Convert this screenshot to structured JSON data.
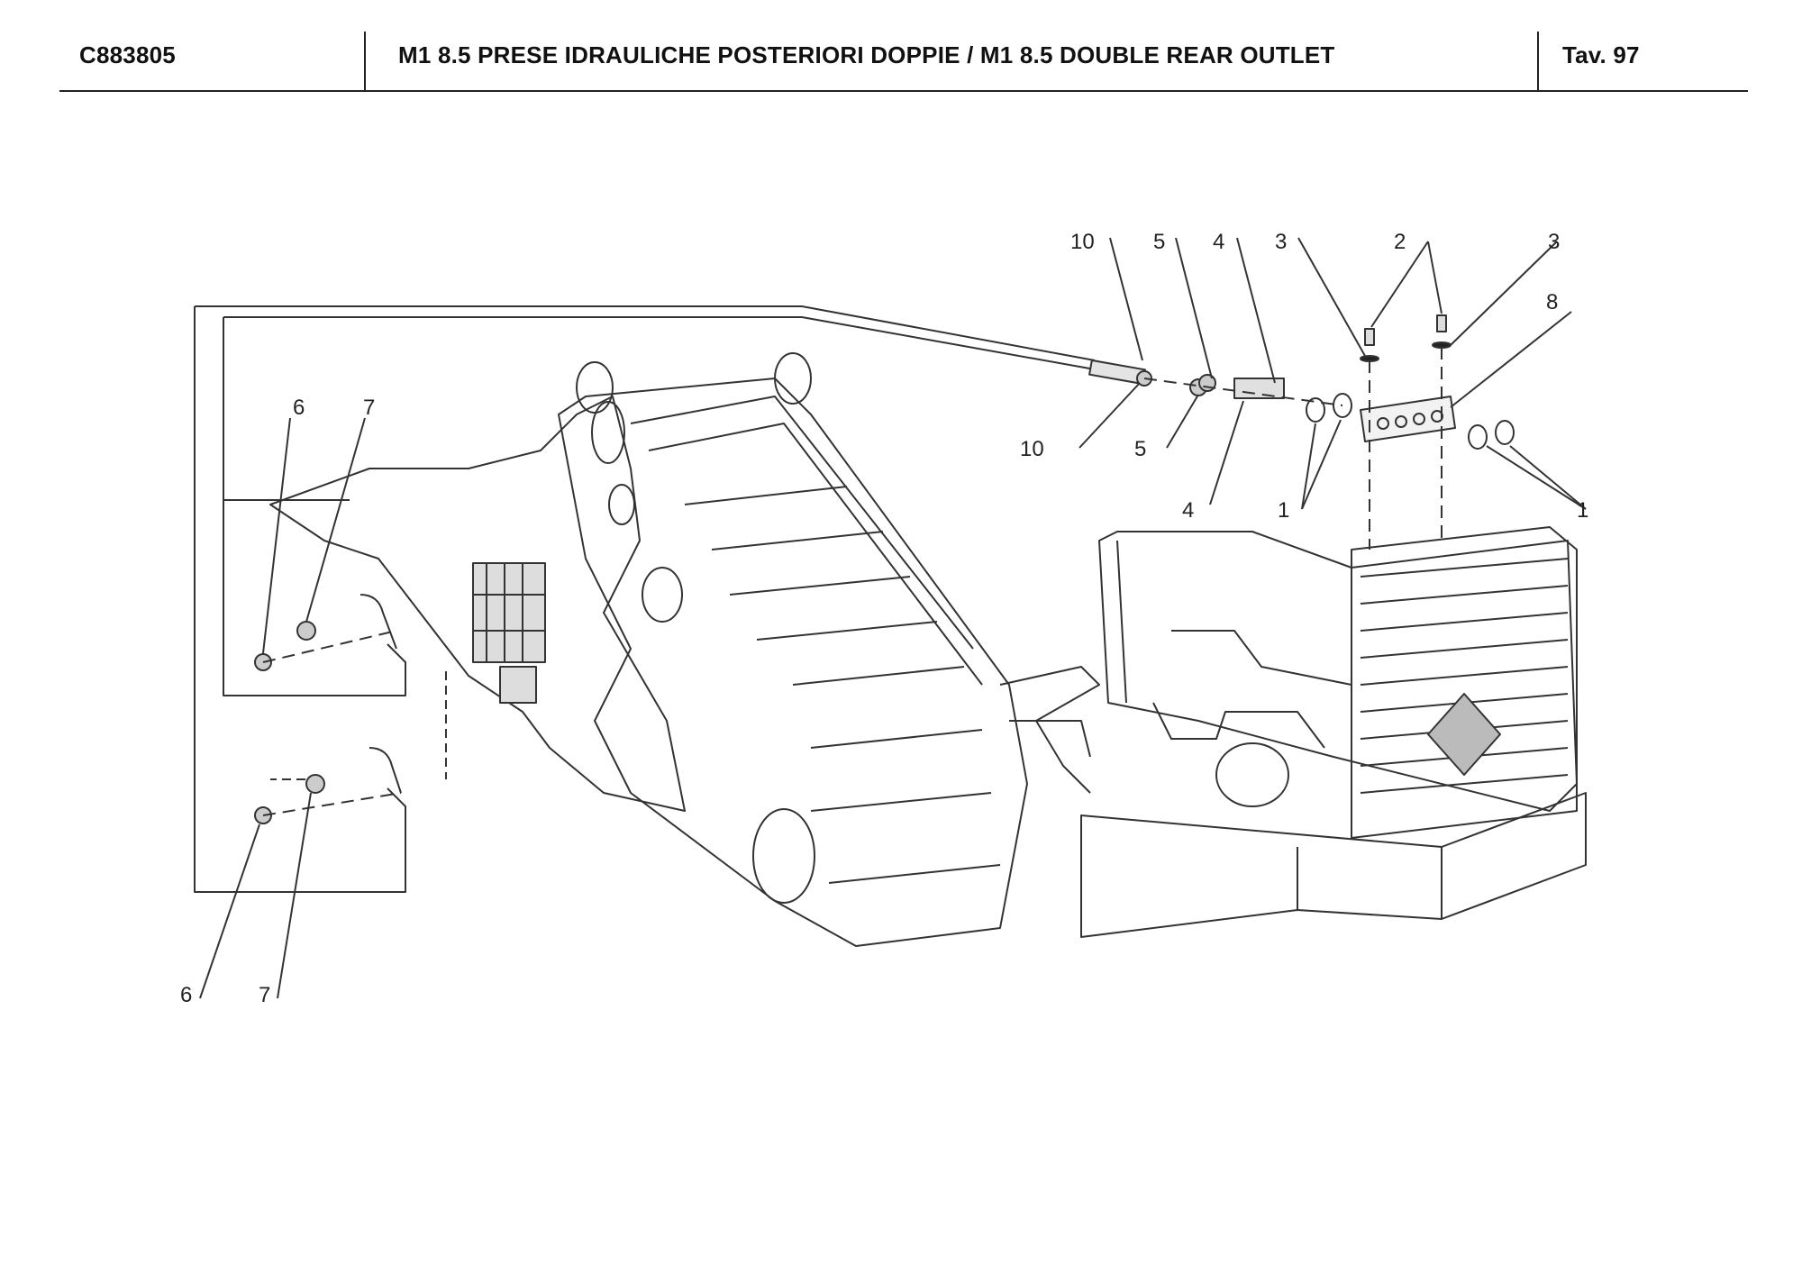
{
  "header": {
    "code": "C883805",
    "title": "M1 8.5 PRESE IDRAULICHE POSTERIORI DOPPIE / M1 8.5 DOUBLE REAR OUTLET",
    "table_label": "Tav.  97"
  },
  "callouts": {
    "top_10": "10",
    "top_5": "5",
    "top_4": "4",
    "top_3a": "3",
    "top_2": "2",
    "top_3b": "3",
    "top_8": "8",
    "low_10": "10",
    "low_5": "5",
    "low_4": "4",
    "low_1a": "1",
    "low_1b": "1",
    "inset_top_6": "6",
    "inset_top_7": "7",
    "inset_bottom_6": "6",
    "inset_bottom_7": "7"
  }
}
